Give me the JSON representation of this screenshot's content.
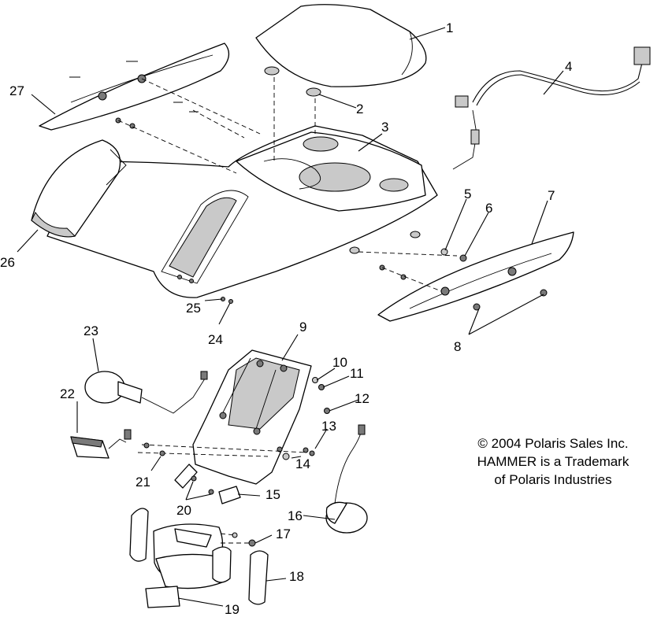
{
  "callouts": [
    "1",
    "2",
    "3",
    "4",
    "5",
    "6",
    "7",
    "8",
    "9",
    "10",
    "11",
    "12",
    "13",
    "14",
    "15",
    "16",
    "17",
    "18",
    "19",
    "20",
    "21",
    "22",
    "23",
    "24",
    "25",
    "26",
    "27"
  ],
  "copyright": {
    "line1": "© 2004 Polaris Sales Inc.",
    "line2": "HAMMER is a Trademark",
    "line3": "of Polaris Industries"
  }
}
